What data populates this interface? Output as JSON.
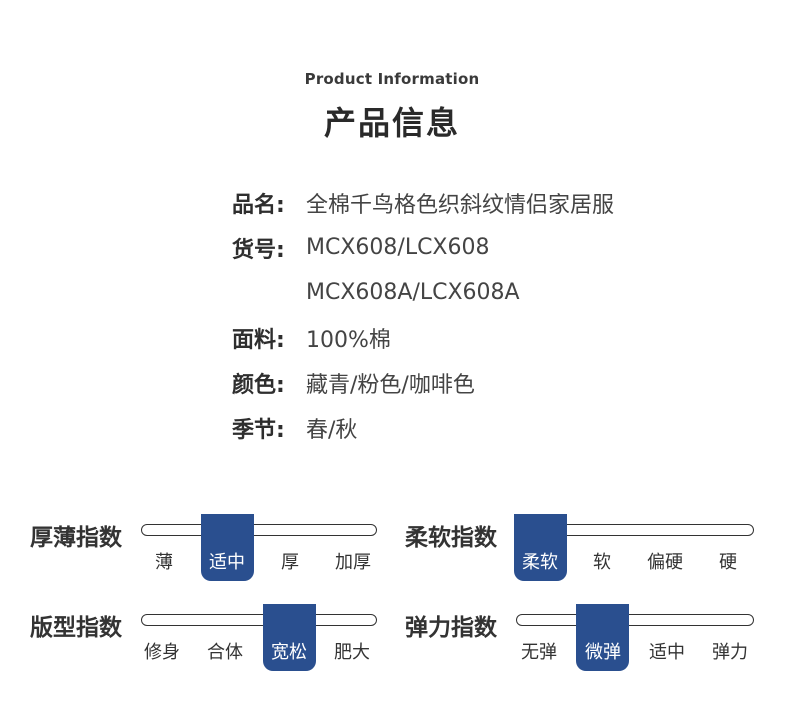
{
  "header": {
    "en_title": "Product Information",
    "cn_title": "产品信息"
  },
  "info": [
    {
      "label": "品名:",
      "value": "全棉千鸟格色织斜纹情侣家居服"
    },
    {
      "label": "货号:",
      "value": "MCX608/LCX608"
    },
    {
      "label": "",
      "value": "MCX608A/LCX608A"
    },
    {
      "label": "面料:",
      "value": "100%棉"
    },
    {
      "label": "颜色:",
      "value": "藏青/粉色/咖啡色"
    },
    {
      "label": "季节:",
      "value": "春/秋"
    }
  ],
  "indices": {
    "thickness": {
      "title": "厚薄指数",
      "options": [
        "薄",
        "适中",
        "厚",
        "加厚"
      ],
      "selected": "适中"
    },
    "softness": {
      "title": "柔软指数",
      "options": [
        "柔软",
        "软",
        "偏硬",
        "硬"
      ],
      "selected": "柔软"
    },
    "fit": {
      "title": "版型指数",
      "options": [
        "修身",
        "合体",
        "宽松",
        "肥大"
      ],
      "selected": "宽松"
    },
    "elasticity": {
      "title": "弹力指数",
      "options": [
        "无弹",
        "微弹",
        "适中",
        "弹力"
      ],
      "selected": "微弹"
    }
  }
}
